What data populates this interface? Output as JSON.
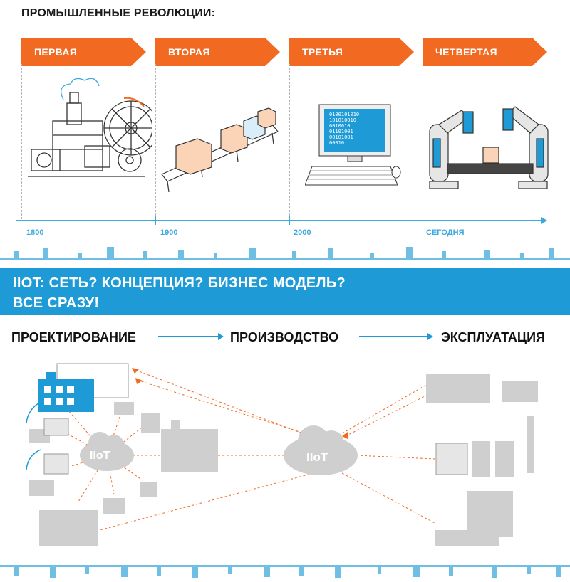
{
  "title": "ПРОМЫШЛЕННЫЕ РЕВОЛЮЦИИ:",
  "revolutions": [
    {
      "label": "ПЕРВАЯ",
      "icon": "steam-engine-icon"
    },
    {
      "label": "ВТОРАЯ",
      "icon": "conveyor-icon"
    },
    {
      "label": "ТРЕТЬЯ",
      "icon": "computer-icon"
    },
    {
      "label": "ЧЕТВЕРТАЯ",
      "icon": "robot-arms-icon"
    }
  ],
  "timeline": [
    "1800",
    "1900",
    "2000",
    "СЕГОДНЯ"
  ],
  "computer_screen_text": [
    "0100101010",
    "101010010",
    "0010010",
    "01101001",
    "00101001",
    "00010"
  ],
  "banner": {
    "line1": "IIOT: СЕТЬ? КОНЦЕПЦИЯ? БИЗНЕС МОДЕЛЬ?",
    "line2": "ВСЕ СРАЗУ!"
  },
  "stages": [
    "ПРОЕКТИРОВАНИЕ",
    "ПРОИЗВОДСТВО",
    "ЭКСПЛУАТАЦИЯ"
  ],
  "clouds": [
    "IIoT",
    "IIoT"
  ],
  "colors": {
    "orange": "#f26a21",
    "blue": "#1e9ad6",
    "grey": "#cfcfcf",
    "dark": "#111111"
  }
}
